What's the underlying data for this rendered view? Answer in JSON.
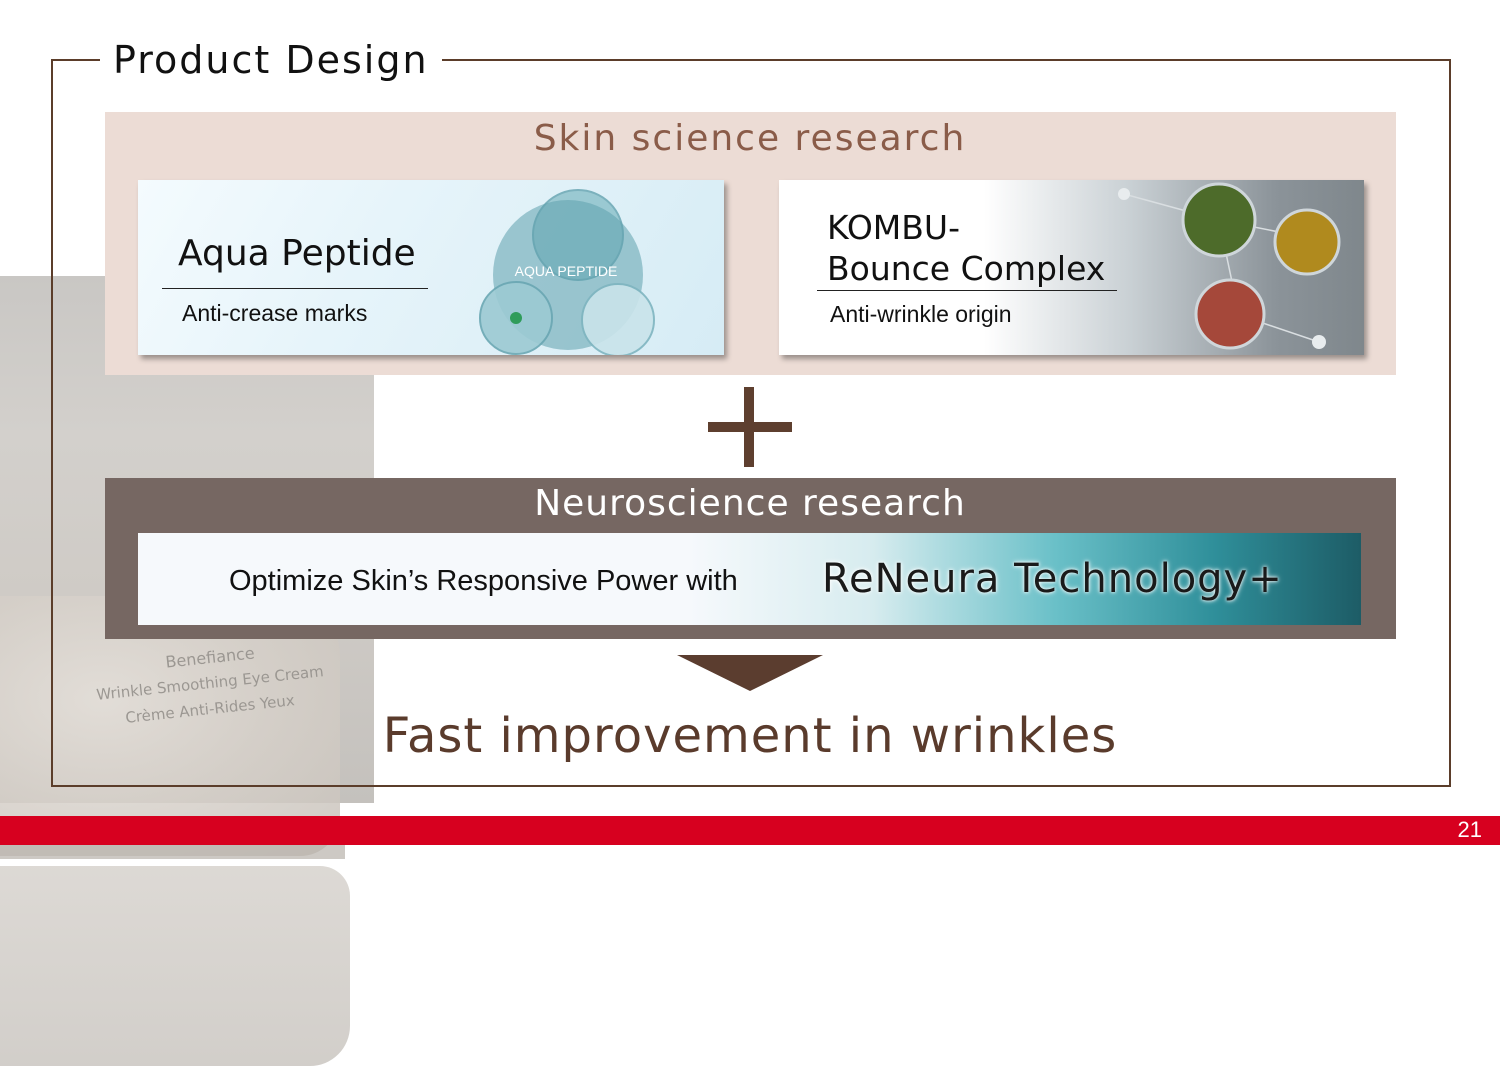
{
  "slide": {
    "frame_title": "Product Design",
    "page_number": "21"
  },
  "skin_science": {
    "title": "Skin science research",
    "cards": [
      {
        "title": "Aqua Peptide",
        "subtitle": "Anti-crease marks",
        "graphic_label": "AQUA PEPTIDE"
      },
      {
        "title_line1": "KOMBU-",
        "title_line2": "Bounce Complex",
        "subtitle": "Anti-wrinkle origin"
      }
    ]
  },
  "neuroscience": {
    "title": "Neuroscience research",
    "text": "Optimize Skin’s Responsive Power with",
    "brand": "ReNeura Technology+"
  },
  "result": {
    "text": "Fast improvement in wrinkles"
  },
  "product_image": {
    "label_line1": "Benefiance",
    "label_line2": "Wrinkle Smoothing Eye Cream",
    "label_line3": "Crème Anti-Rides Yeux"
  },
  "colors": {
    "frame": "#5b3d2a",
    "skin_box": "#ecdcd5",
    "neuro_box": "#766762",
    "accent_red": "#d7001f",
    "result_text": "#5a3b2c"
  }
}
